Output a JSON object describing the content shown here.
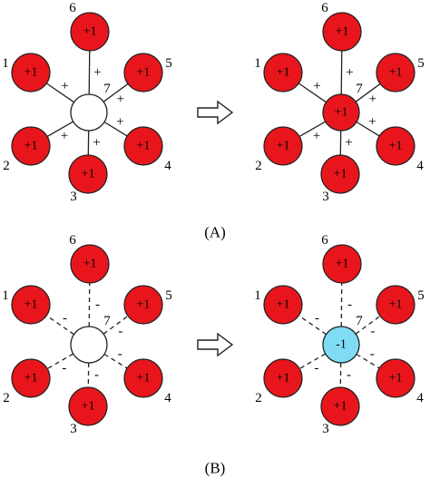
{
  "colors": {
    "outer_fill": "#e8161c",
    "center_empty": "#ffffff",
    "center_positive": "#e8161c",
    "center_negative": "#7fdcf4",
    "stroke": "#222222"
  },
  "panels": [
    {
      "caption": "(A)",
      "bond_style": "solid",
      "bond_sign": "+",
      "center_index": "7",
      "outer": [
        {
          "id": "1",
          "charge": "+1"
        },
        {
          "id": "2",
          "charge": "+1"
        },
        {
          "id": "3",
          "charge": "+1"
        },
        {
          "id": "4",
          "charge": "+1"
        },
        {
          "id": "5",
          "charge": "+1"
        },
        {
          "id": "6",
          "charge": "+1"
        }
      ],
      "before_center": {
        "charge": "",
        "fill": "empty"
      },
      "after_center": {
        "charge": "+1",
        "fill": "positive"
      }
    },
    {
      "caption": "(B)",
      "bond_style": "dashed",
      "bond_sign": "-",
      "center_index": "7",
      "outer": [
        {
          "id": "1",
          "charge": "+1"
        },
        {
          "id": "2",
          "charge": "+1"
        },
        {
          "id": "3",
          "charge": "+1"
        },
        {
          "id": "4",
          "charge": "+1"
        },
        {
          "id": "5",
          "charge": "+1"
        },
        {
          "id": "6",
          "charge": "+1"
        }
      ],
      "before_center": {
        "charge": "",
        "fill": "empty"
      },
      "after_center": {
        "charge": "-1",
        "fill": "negative"
      }
    }
  ]
}
